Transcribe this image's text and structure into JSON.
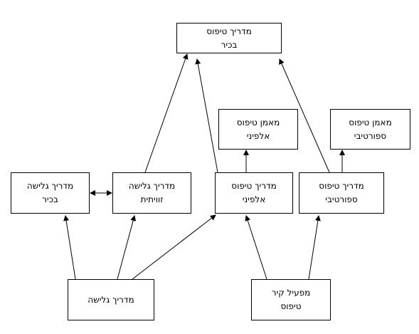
{
  "nodes": {
    "senior_climbing_guide": {
      "line1": "מדריך טיפוס",
      "line2": "בכיר"
    },
    "alpine_trainer": {
      "line1": "מאמן טיפוס",
      "line2": "אלפיני"
    },
    "sport_trainer": {
      "line1": "מאמן טיפוס",
      "line2": "ספורטיבי"
    },
    "senior_rappel_guide": {
      "line1": "מדריך גלישה",
      "line2": "בכיר"
    },
    "angle_rappel_guide": {
      "line1": "מדריך גלישה",
      "line2": "זוויתית"
    },
    "alpine_climbing_guide": {
      "line1": "מדריך טיפוס",
      "line2": "אלפיני"
    },
    "sport_climbing_guide": {
      "line1": "מדריך טיפוס",
      "line2": "ספורטיבי"
    },
    "rappel_guide": {
      "line1": "מדריך גלישה",
      "line2": ""
    },
    "wall_operator": {
      "line1": "מפעיל קיר",
      "line2": "טיפוס"
    }
  },
  "edges": [
    {
      "from": "angle_rappel_guide",
      "to": "senior_climbing_guide"
    },
    {
      "from": "alpine_climbing_guide",
      "to": "senior_climbing_guide"
    },
    {
      "from": "sport_climbing_guide",
      "to": "senior_climbing_guide"
    },
    {
      "from": "alpine_climbing_guide",
      "to": "alpine_trainer"
    },
    {
      "from": "sport_climbing_guide",
      "to": "sport_trainer"
    },
    {
      "from": "senior_rappel_guide",
      "to": "angle_rappel_guide",
      "bidirectional": true
    },
    {
      "from": "rappel_guide",
      "to": "senior_rappel_guide"
    },
    {
      "from": "rappel_guide",
      "to": "angle_rappel_guide"
    },
    {
      "from": "rappel_guide",
      "to": "alpine_climbing_guide"
    },
    {
      "from": "wall_operator",
      "to": "alpine_climbing_guide"
    },
    {
      "from": "wall_operator",
      "to": "sport_climbing_guide"
    }
  ],
  "colors": {
    "line": "#000000",
    "box_border": "#000000",
    "background": "#ffffff"
  }
}
